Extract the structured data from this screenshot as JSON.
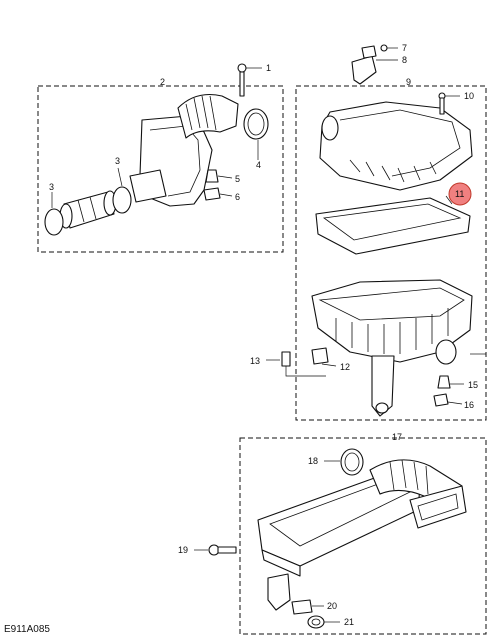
{
  "labels": {
    "l1": "1",
    "l2": "2",
    "l3a": "3",
    "l3b": "3",
    "l4": "4",
    "l5": "5",
    "l6": "6",
    "l7": "7",
    "l8": "8",
    "l9": "9",
    "l10": "10",
    "l11": "11",
    "l12": "12",
    "l13": "13",
    "l15": "15",
    "l16": "16",
    "l17": "17",
    "l18": "18",
    "l19": "19",
    "l20": "20",
    "l21": "21"
  },
  "colors": {
    "highlight": "#f08080",
    "highlight_stroke": "#c0392b",
    "line": "#111111"
  },
  "diagram_code": "E911A085"
}
